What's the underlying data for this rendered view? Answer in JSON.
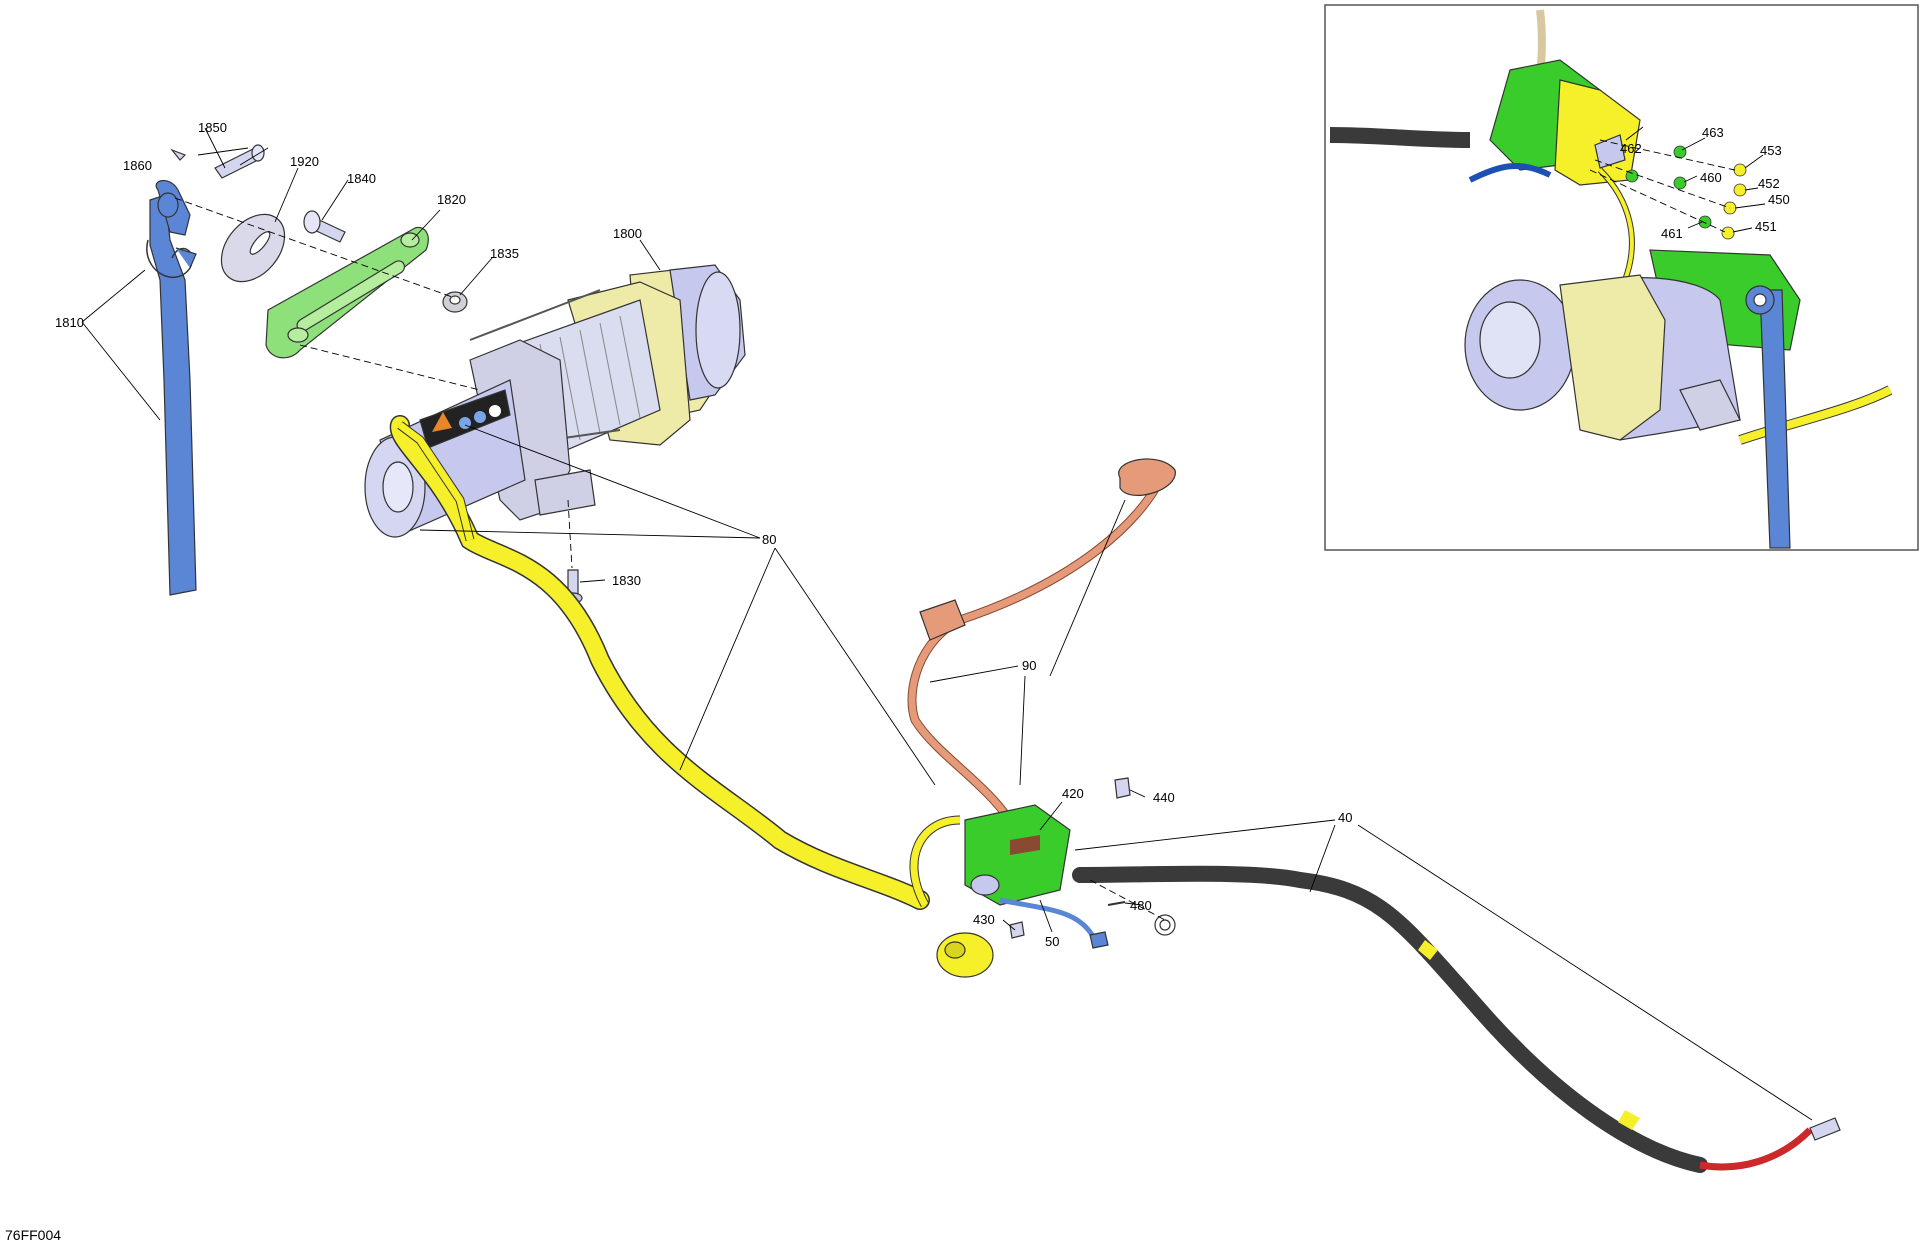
{
  "figure_id": "76FF004",
  "colors": {
    "harness_yellow": "#f5f02a",
    "cable_black": "#3a3a3a",
    "cable_red": "#cc2a2a",
    "wire_salmon": "#e59a7a",
    "strap_blue": "#5b86d6",
    "fairlead_green": "#8ee07a",
    "contactor_green": "#39cc2a",
    "motor_lavender": "#c6c8ee",
    "gear_cream": "#eeeaa8",
    "body_grey": "#cfd0e6"
  },
  "callouts": {
    "c1850": "1850",
    "c1860": "1860",
    "c1920": "1920",
    "c1840": "1840",
    "c1820": "1820",
    "c1835": "1835",
    "c1800": "1800",
    "c1810": "1810",
    "c1830": "1830",
    "c80": "80",
    "c90": "90",
    "c420": "420",
    "c440": "440",
    "c430": "430",
    "c480": "480",
    "c50": "50",
    "c40": "40",
    "c463": "463",
    "c462": "462",
    "c453": "453",
    "c460": "460",
    "c452": "452",
    "c450": "450",
    "c461": "461",
    "c451": "451"
  }
}
